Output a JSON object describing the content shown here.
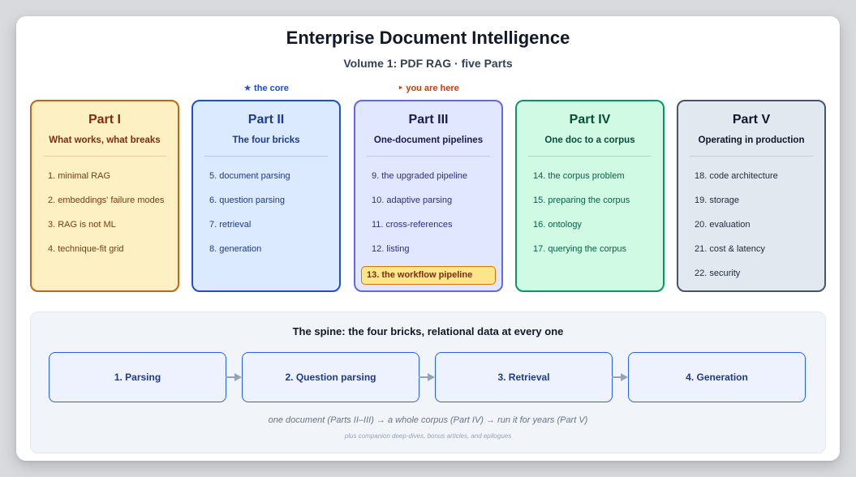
{
  "header": {
    "title": "Enterprise Document Intelligence",
    "subtitle": "Volume 1: PDF RAG · five Parts"
  },
  "tags": {
    "core": "★ the core",
    "here": "‣ you are here"
  },
  "parts": [
    {
      "number": "Part I",
      "name": "What works, what breaks",
      "color": {
        "bg": "#fdf0c2",
        "border": "#c2660f",
        "title": "#7c2d12",
        "text": "#7c3a12",
        "divider": "#e8cf99"
      },
      "chapters": [
        "1. minimal RAG",
        "2. embeddings' failure modes",
        "3. RAG is not ML",
        "4. technique-fit grid"
      ]
    },
    {
      "number": "Part II",
      "name": "The four bricks",
      "color": {
        "bg": "#dbeafe",
        "border": "#1d4ed8",
        "title": "#1e3a8a",
        "text": "#1e3a8a",
        "divider": "#b6c9ec"
      },
      "chapters": [
        "5. document parsing",
        "6. question parsing",
        "7. retrieval",
        "8. generation"
      ]
    },
    {
      "number": "Part III",
      "name": "One-document pipelines",
      "color": {
        "bg": "#e0e7ff",
        "border": "#6366f1",
        "title": "#1e1b4b",
        "text": "#312e81",
        "divider": "#c3c8f0"
      },
      "chapters": [
        "9. the upgraded pipeline",
        "10. adaptive parsing",
        "11. cross-references",
        "12. listing",
        "13. the workflow pipeline"
      ],
      "current": 4
    },
    {
      "number": "Part IV",
      "name": "One doc to a corpus",
      "color": {
        "bg": "#d1fae5",
        "border": "#059669",
        "title": "#064e3b",
        "text": "#065f46",
        "divider": "#a7dcc4"
      },
      "chapters": [
        "14. the corpus problem",
        "15. preparing the corpus",
        "16. ontology",
        "17. querying the corpus"
      ]
    },
    {
      "number": "Part V",
      "name": "Operating in production",
      "color": {
        "bg": "#e2e8f0",
        "border": "#475569",
        "title": "#0f172a",
        "text": "#1e293b",
        "divider": "#c5ced9"
      },
      "chapters": [
        "18. code architecture",
        "19. storage",
        "20. evaluation",
        "21. cost & latency",
        "22. security"
      ]
    }
  ],
  "spine": {
    "title": "The spine: the four bricks, relational data at every one",
    "bricks": [
      "1. Parsing",
      "2. Question parsing",
      "3. Retrieval",
      "4. Generation"
    ],
    "note": "one document (Parts II–III) → a whole corpus (Part IV) → run it for years (Part V)",
    "small_note": "plus companion deep-dives, bonus articles, and epilogues"
  }
}
